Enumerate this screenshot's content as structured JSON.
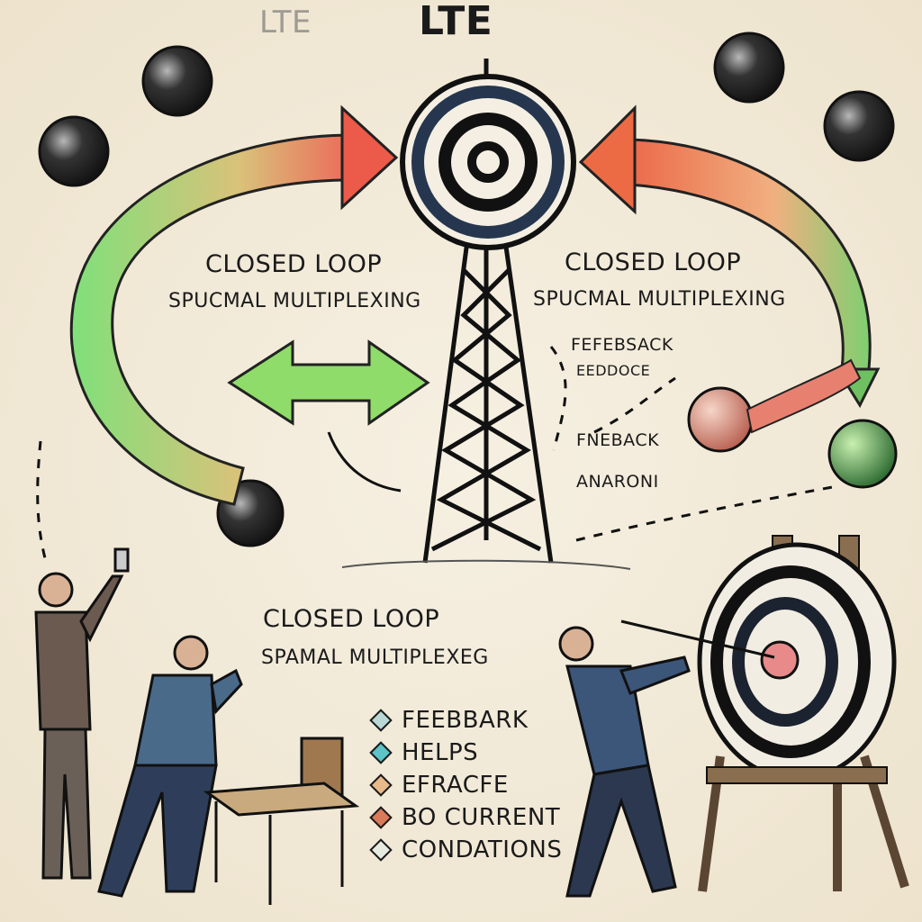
{
  "title": "LTE",
  "faded_title": "LTE",
  "left_caption": {
    "line1": "CLOSED LOOP",
    "line2": "SPUCMAL MULTIPLEXING"
  },
  "right_caption": {
    "line1": "CLOSED LOOP",
    "line2": "SPUCMAL MULTIPLEXING"
  },
  "feedback_labels": [
    "FEFEBSACK",
    "EEDDOCE",
    "FNEBACK",
    "ANARONI"
  ],
  "bottom_caption": {
    "line1": "CLOSED LOOP",
    "line2": "SPAMAL MULTIPLEXEG"
  },
  "bullets": [
    {
      "label": "FEEBBARK",
      "color": "#b9d8d6"
    },
    {
      "label": "HELPS",
      "color": "#5cc3c6"
    },
    {
      "label": "EFRACFE",
      "color": "#e8b98a"
    },
    {
      "label": "BO CURRENT",
      "color": "#d97a5a"
    },
    {
      "label": "CONDATIONS",
      "color": "#e6eadf"
    }
  ],
  "colors": {
    "ink": "#1a1a1a",
    "green": "#7dd66a",
    "red": "#e5604f",
    "orange": "#f0a46a",
    "paper": "#f3ecdc"
  }
}
